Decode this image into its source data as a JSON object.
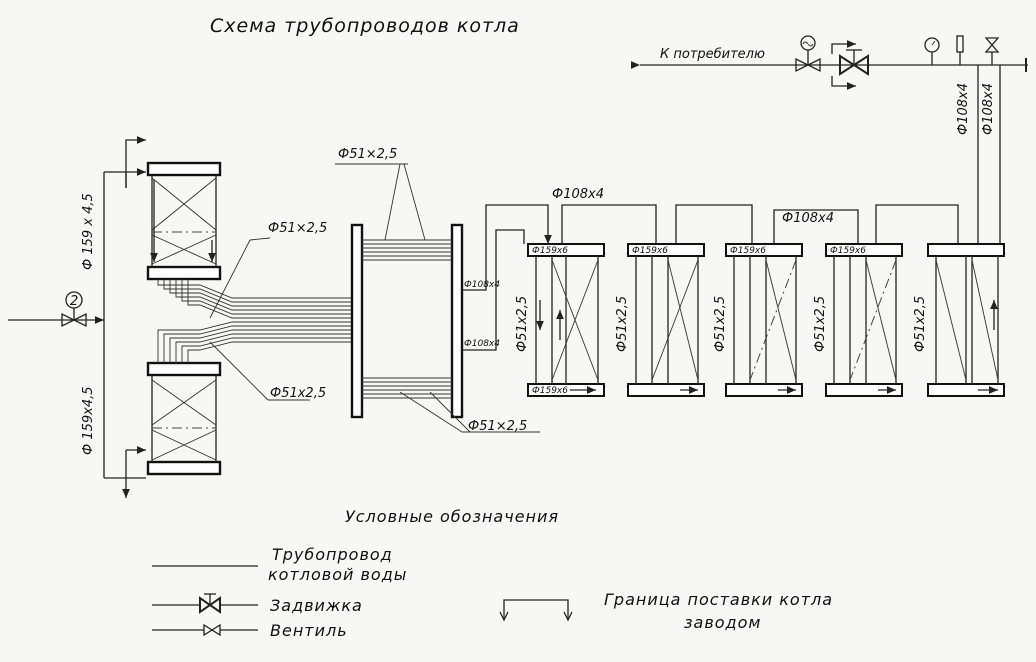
{
  "title": "Схема трубопроводов котла",
  "labels": {
    "consumer": "К потребителю",
    "pipe_159_top": "Ф 159 х 4,5",
    "pipe_159_bottom": "Ф 159х4,5",
    "pipe_51_top": "Ф51×2,5",
    "pipe_51_left": "Ф51×2,5",
    "pipe_51_lower": "Ф51х2,5",
    "pipe_51_bottom": "Ф51×2,5",
    "pipe_108_a": "Ф108х4",
    "pipe_108_b": "Ф108х4",
    "pipe_108_small1": "Ф108х4",
    "pipe_108_small2": "Ф108х4",
    "pipe_108_v1": "Ф108х4",
    "pipe_108_v2": "Ф108х4",
    "header_159_1": "Ф159х6",
    "header_159_2": "Ф159х6",
    "header_159_3": "Ф159х6",
    "header_159_4": "Ф159х6",
    "header_159_bottom": "Ф159х6",
    "bank_1": "Ф51х2,5",
    "bank_2": "Ф51х2,5",
    "bank_3": "Ф51х2,5",
    "bank_4": "Ф51х2,5",
    "bank_5": "Ф51х2,5",
    "valve_num": "2"
  },
  "legend": {
    "heading": "Условные обозначения",
    "pipeline_line1": "Трубопровод",
    "pipeline_line2": "котловой воды",
    "gate_valve": "Задвижка",
    "valve": "Вентиль",
    "boundary_line1": "Граница поставки котла",
    "boundary_line2": "заводом"
  }
}
